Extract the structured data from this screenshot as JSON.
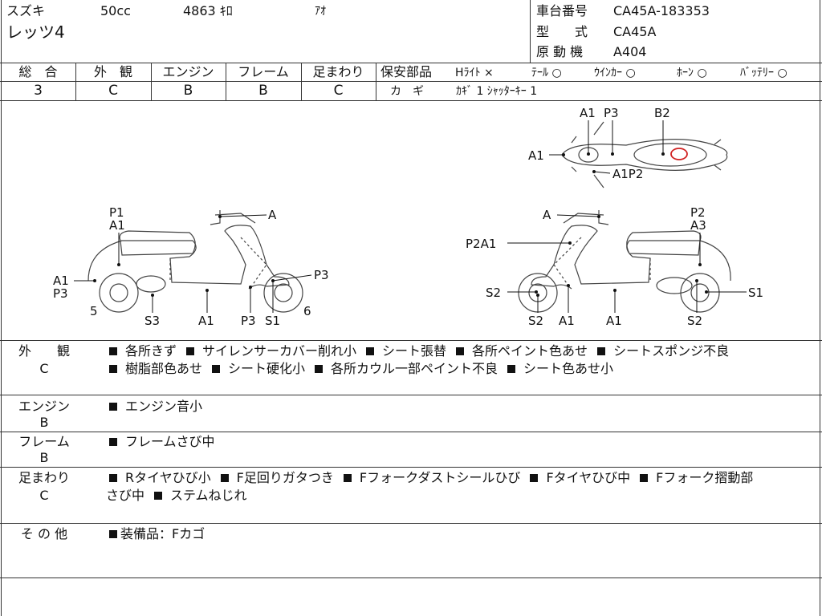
{
  "header": {
    "maker": "スズキ",
    "displacement": "50cc",
    "mileage": "4863 ｷﾛ",
    "color": "ｱｵ",
    "model": "レッツ4",
    "frame_no_label": "車台番号",
    "frame_no": "CA45A-183353",
    "type_label": "型　　式",
    "type": "CA45A",
    "engine_label": "原 動 機",
    "engine": "A404"
  },
  "grades": {
    "overall_label": "総　合",
    "overall": "3",
    "exterior_label": "外　観",
    "exterior": "C",
    "engine_label": "エンジン",
    "engine": "B",
    "frame_label": "フレーム",
    "frame": "B",
    "suspension_label": "足まわり",
    "suspension": "C"
  },
  "safety": {
    "label": "保安部品",
    "headlight": "Hﾗｲﾄ ×",
    "tail": "ﾃｰﾙ ○",
    "winker": "ｳｲﾝｶｰ ○",
    "horn": "ﾎｰﾝ ○",
    "battery": "ﾊﾞｯﾃﾘｰ ○",
    "key_label": "カ　ギ",
    "key_value": "ｶｷﾞ 1 ｼｬｯﾀｰｷｰ 1"
  },
  "diagram": {
    "top": {
      "a1a": "A1",
      "p3": "P3",
      "b2": "B2",
      "a1b": "A1",
      "a1p2": "A1P2"
    },
    "left": {
      "p1": "P1",
      "a1_top": "A1",
      "a": "A",
      "a1_side": "A1",
      "p3_side": "P3",
      "p3_right": "P3",
      "n5": "5",
      "s3": "S3",
      "a1_bottom": "A1",
      "p3_bottom": "P3",
      "s1_bottom": "S1",
      "n6": "6"
    },
    "right": {
      "a": "A",
      "p2": "P2",
      "a3": "A3",
      "p2a1": "P2A1",
      "s2_side": "S2",
      "s1_right": "S1",
      "s2_bottom": "S2",
      "a1_bottom": "A1",
      "a1_bottom2": "A1",
      "s2_bottom_right": "S2"
    }
  },
  "remarks": {
    "exterior": {
      "label": "外　　観",
      "grade": "C",
      "line1": [
        "各所きず",
        "サイレンサーカバー削れ小",
        "シート張替",
        "各所ペイント色あせ",
        "シートスポンジ不良"
      ],
      "line2": [
        "樹脂部色あせ",
        "シート硬化小",
        "各所カウル一部ペイント不良",
        "シート色あせ小"
      ]
    },
    "engine": {
      "label": "エンジン",
      "grade": "B",
      "items": [
        "エンジン音小"
      ]
    },
    "frame": {
      "label": "フレーム",
      "grade": "B",
      "items": [
        "フレームさび中"
      ]
    },
    "suspension": {
      "label": "足まわり",
      "grade": "C",
      "line1": [
        "Rタイヤひび小",
        "F足回りガタつき",
        "Fフォークダストシールひび",
        "Fタイヤひび中",
        "Fフォーク摺動部"
      ],
      "line2_prefix": "さび中",
      "line2": [
        "ステムねじれ"
      ]
    },
    "other": {
      "label": "そ の 他",
      "items": [
        "装備品：Fカゴ"
      ]
    }
  }
}
